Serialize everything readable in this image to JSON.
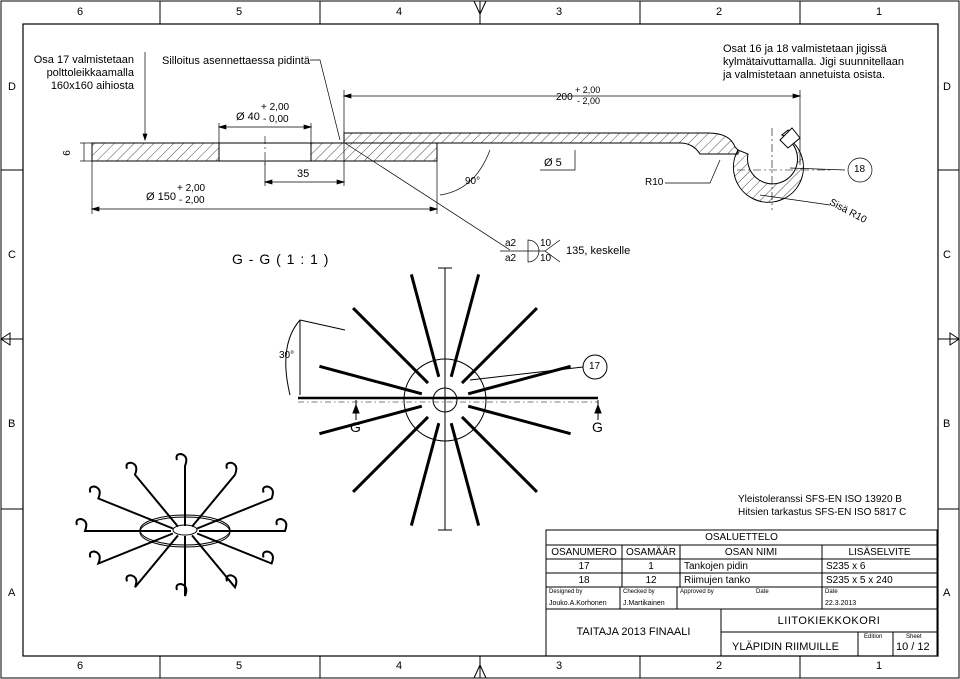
{
  "zones": {
    "cols": [
      "6",
      "5",
      "4",
      "3",
      "2",
      "1"
    ],
    "rows": [
      "D",
      "C",
      "B",
      "A"
    ]
  },
  "notes": {
    "blank_note_l1": "Osa 17 valmistetaan",
    "blank_note_l2": "polttoleikkaamalla",
    "blank_note_l3": "160x160 aihiosta",
    "smoothing_note": "Silloitus asennettaessa pidintä",
    "jig_note_l1": "Osat 16 ja 18 valmistetaan jigissä",
    "jig_note_l2": "kylmätaivuttamalla. Jigi suunnitellaan",
    "jig_note_l3": "ja valmistetaan annetuista osista.",
    "tolerance_l1": "Yleistoleranssi SFS-EN ISO 13920 B",
    "tolerance_l2": "Hitsien tarkastus SFS-EN ISO 5817 C"
  },
  "dims": {
    "d40": "Ø 40",
    "d40_plus": "+ 2,00",
    "d40_minus": "- 0,00",
    "d200": "200",
    "d200_plus": "+ 2,00",
    "d200_minus": "- 2,00",
    "thick": "6",
    "d35": "35",
    "d150": "Ø 150",
    "d150_plus": "+ 2,00",
    "d150_minus": "- 2,00",
    "angle90": "90°",
    "d5": "Ø 5",
    "r10": "R10",
    "inner_r10": "Sisä R10",
    "balloon18": "18",
    "balloon17": "17",
    "angle30": "30°"
  },
  "weld": {
    "a1": "a2",
    "a2": "a2",
    "l1": "10",
    "l2": "10",
    "note": "135, keskelle"
  },
  "section": {
    "title": "G - G ( 1 : 1 )",
    "marker_left": "G",
    "marker_right": "G"
  },
  "parts_list": {
    "title": "OSALUETTELO",
    "headers": [
      "OSANUMERO",
      "OSAMÄÄR",
      "OSAN NIMI",
      "LISÄSELVITE"
    ],
    "rows": [
      [
        "17",
        "1",
        "Tankojen pidin",
        "S235 x 6"
      ],
      [
        "18",
        "12",
        "Riimujen tanko",
        "S235 x 5 x  240"
      ]
    ]
  },
  "title_block": {
    "designed_label": "Designed by",
    "checked_label": "Checked by",
    "approved_label": "Approved by",
    "date_label": "Date",
    "date2_label": "Date",
    "designer": "Jouko.A.Korhonen",
    "checker": "J.Martikainen",
    "date": "22.3.2013",
    "event": "TAITAJA 2013 FINAALI",
    "assembly": "LIITOKIEKKOKORI",
    "drawing_name": "YLÄPIDIN RIIMUILLE",
    "edition_label": "Edition",
    "sheet_label": "Sheet",
    "sheet": "10 / 12"
  }
}
